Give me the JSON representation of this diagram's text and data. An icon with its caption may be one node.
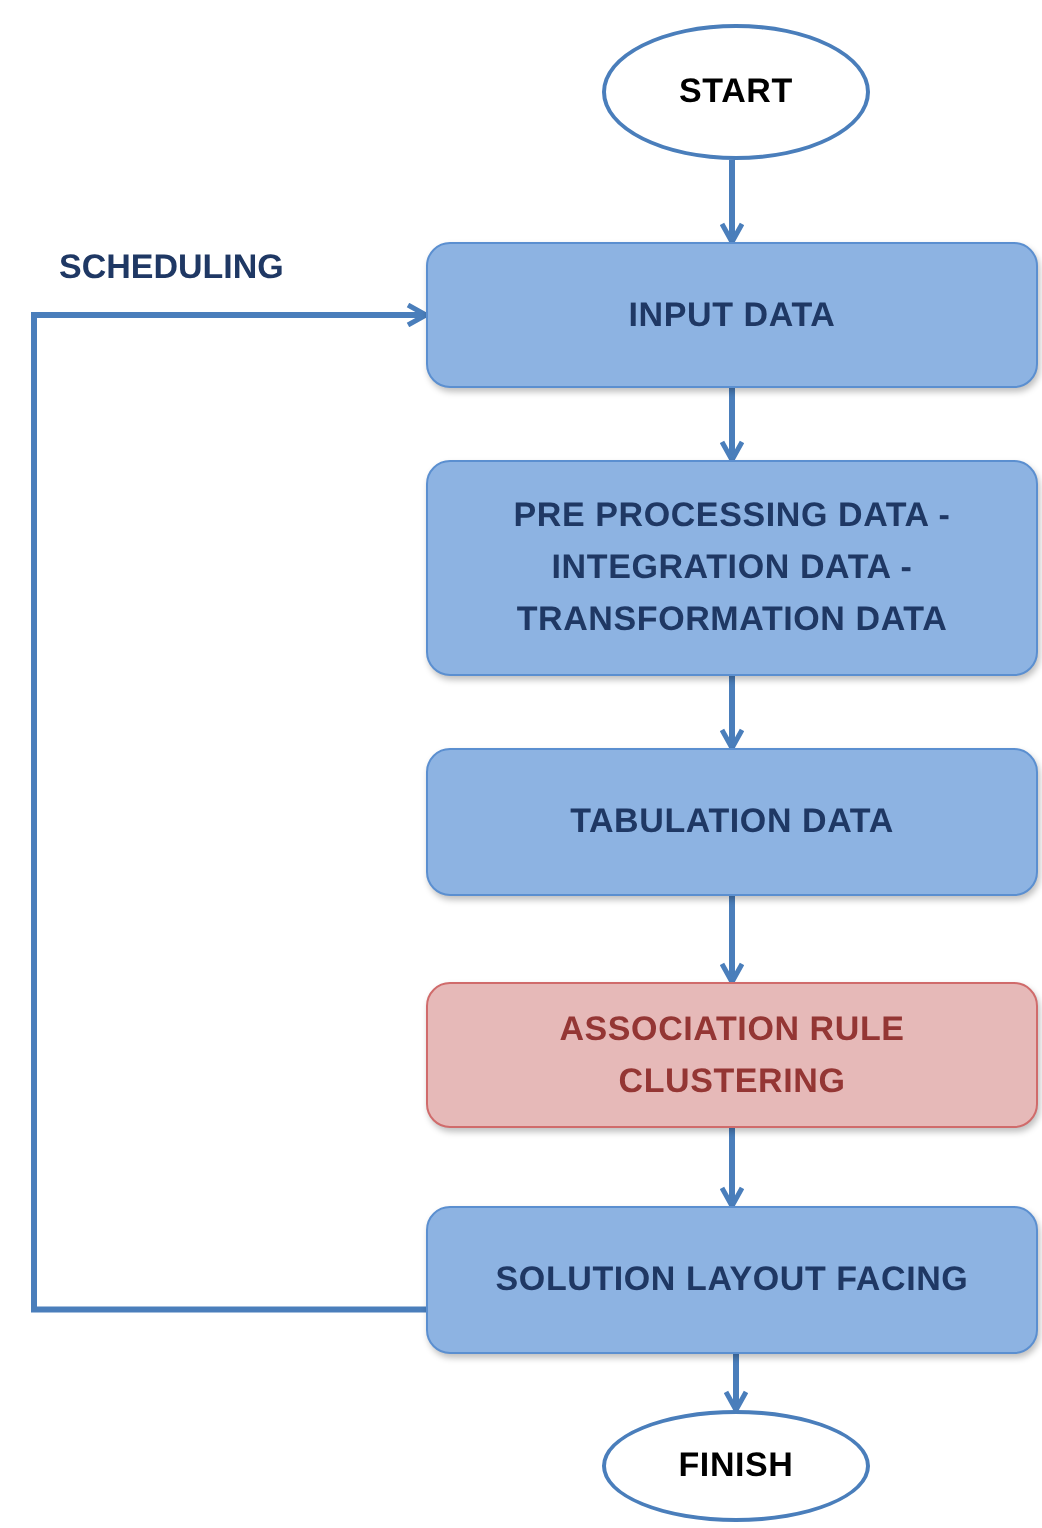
{
  "diagram": {
    "nodes": [
      {
        "text": [
          "START"
        ]
      },
      {
        "text": [
          "INPUT DATA"
        ]
      },
      {
        "text": [
          "PRE PROCESSING DATA -INTEGRATION DATA -TRANSFORMATION DATA"
        ]
      },
      {
        "text": [
          "TABULATION DATA"
        ]
      },
      {
        "text": [
          "ASSOCIATION RULE CLUSTERING"
        ]
      },
      {
        "text": [
          "SOLUTION LAYOUT FACING"
        ]
      },
      {
        "text": [
          "FINISH"
        ]
      }
    ],
    "edges": [
      {
        "from": 0,
        "to": 1,
        "arrow": "to"
      },
      {
        "from": 1,
        "to": 2,
        "arrow": "to"
      },
      {
        "from": 2,
        "to": 3,
        "arrow": "to"
      },
      {
        "from": 3,
        "to": 4,
        "arrow": "to"
      },
      {
        "from": 4,
        "to": 5,
        "arrow": "to"
      },
      {
        "from": 5,
        "to": 6,
        "arrow": "to"
      },
      {
        "from": 5,
        "to": 1,
        "arrow": "to",
        "label": "SCHEDULING"
      }
    ]
  }
}
